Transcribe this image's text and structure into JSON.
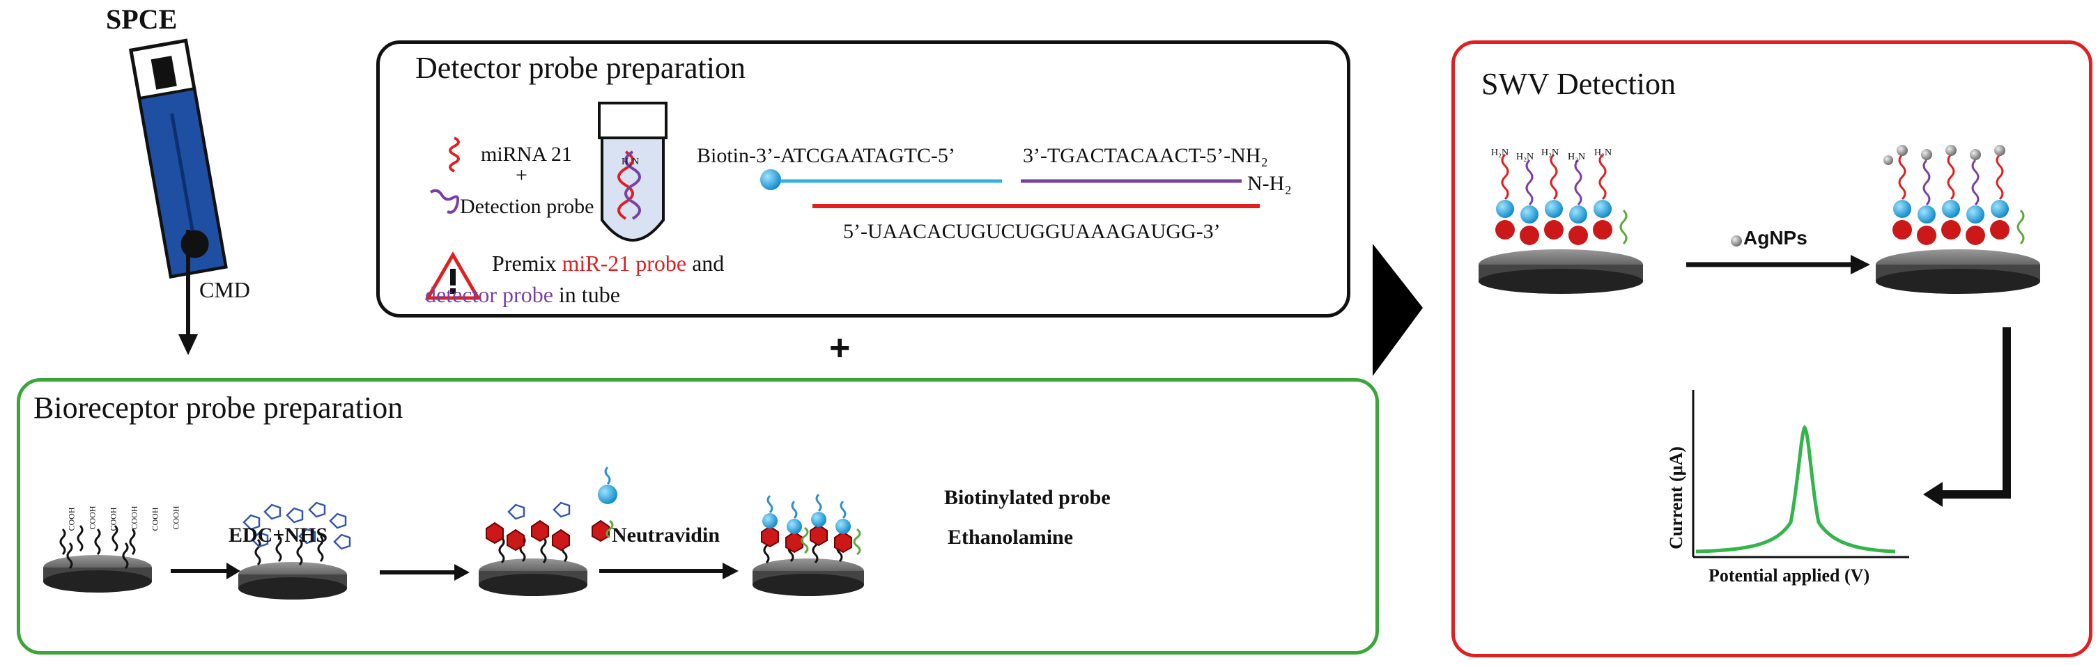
{
  "spce": {
    "title": "SPCE",
    "arrow_label": "CMD"
  },
  "detector": {
    "title": "Detector probe preparation",
    "legend_mirna": "miRNA 21",
    "legend_plus": "+",
    "legend_detection": "Detection probe",
    "tube_label": "H₂N",
    "warning_line1_a": "Premix ",
    "warning_line1_b": "miR-21 probe",
    "warning_line1_c": " and",
    "warning_line2_a": "detector probe",
    "warning_line2_b": " in tube",
    "biotin_seq": "Biotin-3’-ATCGAATAGTC-5’",
    "amine_seq": "3’-TGACTACAACT-5’-NH₂",
    "amine_tail": "N-H₂",
    "target_seq": "5’-UAACACUGUCUGGUAAAGAUGG-3’"
  },
  "combine": {
    "plus": "+"
  },
  "bioreceptor": {
    "title": "Bioreceptor probe preparation",
    "cooh": "COOH",
    "step1": "EDC+NHS",
    "step2": "Neutravidin",
    "step3a": "Biotinylated probe",
    "step3b": "Ethanolamine"
  },
  "swv": {
    "title": "SWV Detection",
    "h2n": "H₂N",
    "reagent": "AgNPs",
    "ylabel": "Current (μA)",
    "xlabel": "Potential applied (V)"
  },
  "colors": {
    "detector_border": "#111111",
    "bioreceptor_border": "#3aa63a",
    "swv_border": "#e02020",
    "mirna": "#e02020",
    "detection_probe": "#7a3fa6",
    "biotin_strand": "#36b0e0",
    "avidin": "#cc1818",
    "ethanolamine": "#5fa83a",
    "swv_curve": "#33b54a"
  }
}
